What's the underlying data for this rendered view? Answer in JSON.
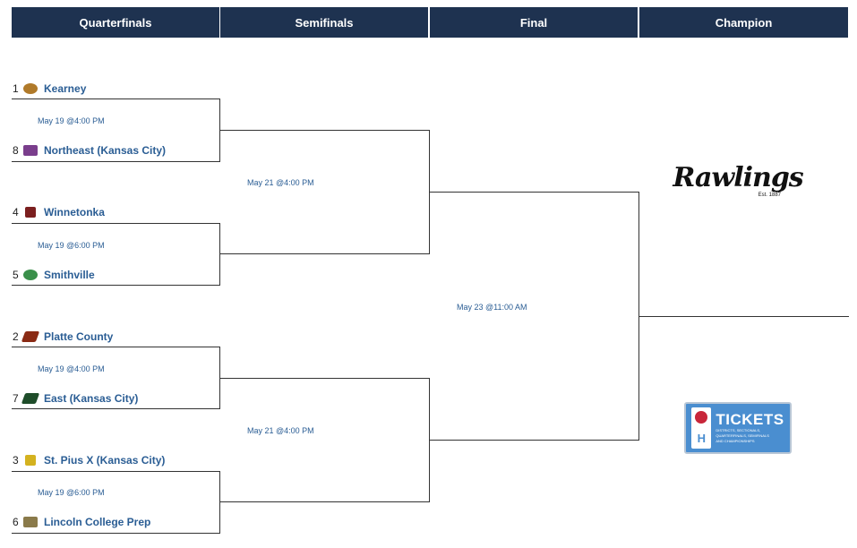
{
  "headers": [
    "Quarterfinals",
    "Semifinals",
    "Final",
    "Champion"
  ],
  "quarterfinals": [
    {
      "top": {
        "seed": "1",
        "name": "Kearney",
        "logo_color": "#b07a2a",
        "logo_icon": "kearney-logo-icon"
      },
      "bottom": {
        "seed": "8",
        "name": "Northeast (Kansas City)",
        "logo_color": "#7a3e8c",
        "logo_icon": "northeast-logo-icon"
      },
      "game": "May 19 @4:00 PM"
    },
    {
      "top": {
        "seed": "4",
        "name": "Winnetonka",
        "logo_color": "#7b1f1f",
        "logo_icon": "winnetonka-logo-icon"
      },
      "bottom": {
        "seed": "5",
        "name": "Smithville",
        "logo_color": "#3a8f4a",
        "logo_icon": "smithville-logo-icon"
      },
      "game": "May 19 @6:00 PM"
    },
    {
      "top": {
        "seed": "2",
        "name": "Platte County",
        "logo_color": "#8a2a14",
        "logo_icon": "platte-county-logo-icon"
      },
      "bottom": {
        "seed": "7",
        "name": "East (Kansas City)",
        "logo_color": "#1f4d2a",
        "logo_icon": "east-logo-icon"
      },
      "game": "May 19 @4:00 PM"
    },
    {
      "top": {
        "seed": "3",
        "name": "St. Pius X (Kansas City)",
        "logo_color": "#d4b21f",
        "logo_icon": "st-pius-logo-icon"
      },
      "bottom": {
        "seed": "6",
        "name": "Lincoln College Prep",
        "logo_color": "#8a7a4a",
        "logo_icon": "lincoln-logo-icon"
      },
      "game": "May 19 @6:00 PM"
    }
  ],
  "semifinals": [
    {
      "game": "May 21 @4:00 PM"
    },
    {
      "game": "May 21 @4:00 PM"
    }
  ],
  "final": {
    "game": "May 23 @11:00 AM"
  },
  "sponsors": {
    "rawlings_text": "Rawlings",
    "rawlings_est": "Est. 1887",
    "tickets_title": "TICKETS",
    "tickets_sub1": "DISTRICTS, SECTIONALS,",
    "tickets_sub2": "QUARTERFINALS, SEMIFINALS",
    "tickets_sub3": "AND CHAMPIONSHIPS",
    "tickets_color": "#4a8ed0"
  }
}
